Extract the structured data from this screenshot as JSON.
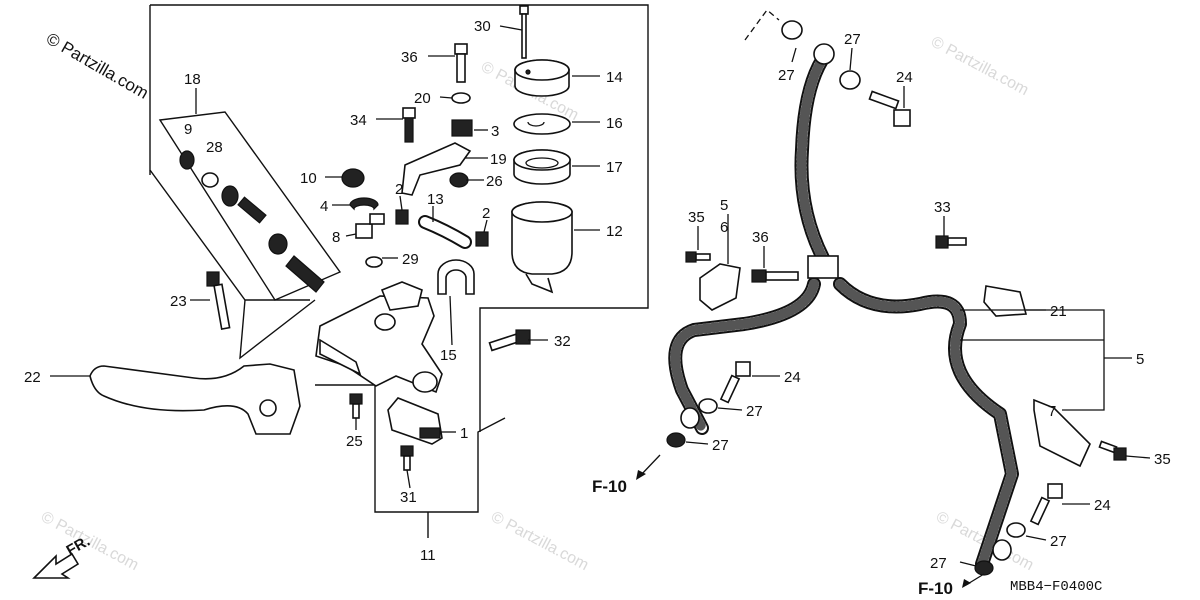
{
  "watermark": "© Partzilla.com",
  "diagram_code": "MBB4−F0400C",
  "direction_label": "FR.",
  "reference": "F-10",
  "callouts": {
    "p1": "1",
    "p2a": "2",
    "p2b": "2",
    "p3": "3",
    "p4": "4",
    "p5a": "5",
    "p5b": "5",
    "p6": "6",
    "p7": "7",
    "p8": "8",
    "p9": "9",
    "p10": "10",
    "p11": "11",
    "p12": "12",
    "p13": "13",
    "p14": "14",
    "p15": "15",
    "p16": "16",
    "p17": "17",
    "p18": "18",
    "p19": "19",
    "p20": "20",
    "p21": "21",
    "p22": "22",
    "p23": "23",
    "p24a": "24",
    "p24b": "24",
    "p24c": "24",
    "p25": "25",
    "p26": "26",
    "p27a": "27",
    "p27b": "27",
    "p27c": "27",
    "p27d": "27",
    "p27e": "27",
    "p27f": "27",
    "p28": "28",
    "p29": "29",
    "p30": "30",
    "p31": "31",
    "p32": "32",
    "p33": "33",
    "p34": "34",
    "p35a": "35",
    "p35b": "35",
    "p36a": "36",
    "p36b": "36"
  }
}
